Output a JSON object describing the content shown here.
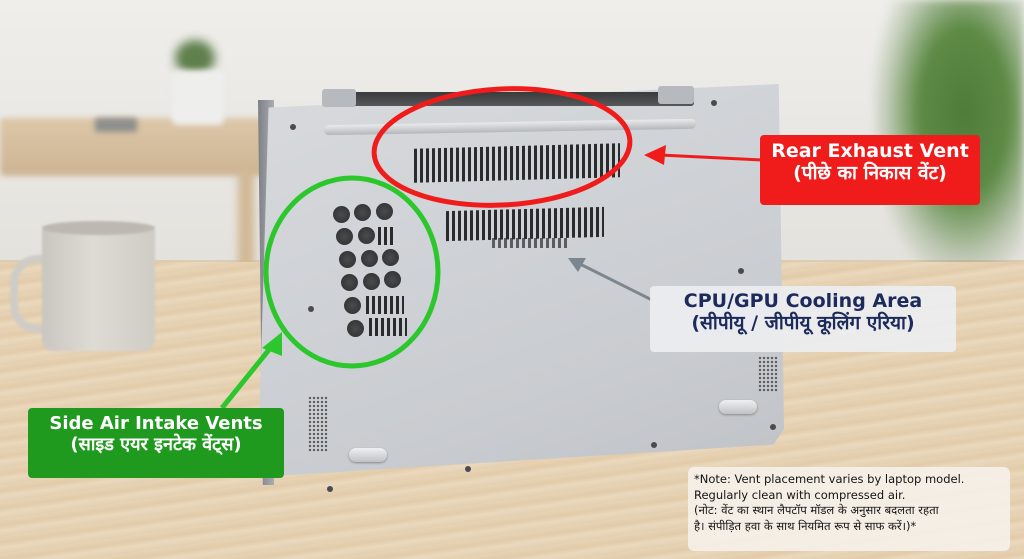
{
  "annotations": {
    "rear_exhaust": {
      "title_en": "Rear Exhaust Vent",
      "title_hi": "(पीछे का निकास वेंट)",
      "color": "#f01c1c"
    },
    "cpu_gpu": {
      "title_en": "CPU/GPU Cooling Area",
      "title_hi": "(सीपीयू / जीपीयू कूलिंग एरिया)",
      "color": "#1c2a5c"
    },
    "side_intake": {
      "title_en": "Side Air Intake Vents",
      "title_hi": "(साइड एयर इनटेक वेंट्स)",
      "color": "#1f9a1f"
    }
  },
  "note": {
    "line1": "*Note: Vent placement varies by laptop model.",
    "line2": "Regularly clean with compressed air.",
    "line3": "(नोट: वेंट का स्थान लैपटॉप मॉडल के अनुसार बदलता रहता",
    "line4": "है।  संपीड़ित हवा के साथ नियमित रूप से साफ करें।)*"
  },
  "scene": {
    "objects": [
      "laptop-underside",
      "coffee-mug",
      "wooden-desk",
      "potted-plant",
      "shelf"
    ]
  }
}
